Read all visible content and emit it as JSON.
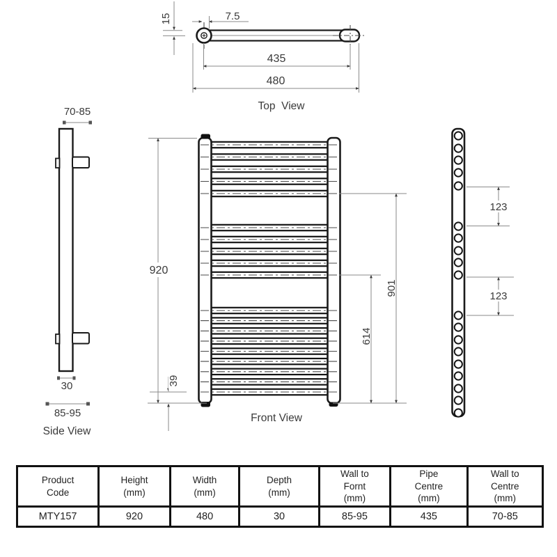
{
  "colors": {
    "object_line": "#1a1a1a",
    "dimension_line": "#8a8a8a",
    "arrow": "#3a3a3a",
    "text": "#3a3a3a",
    "background": "#ffffff"
  },
  "views": {
    "top": {
      "label": "Top  View",
      "bracket_depth": "15",
      "pipe_offset": "7.5",
      "pipe_centres": "435",
      "overall_width": "480"
    },
    "front": {
      "label": "Front View",
      "overall_height": "920",
      "bottom_to_first_bar": "39",
      "dim_lower_section": "614",
      "dim_upper_section": "901"
    },
    "side_left": {
      "label": "Side View",
      "wall_to_centre": "70-85",
      "depth": "30",
      "wall_to_front": "85-95"
    },
    "side_right": {
      "towel_gap_upper": "123",
      "towel_gap_lower": "123"
    }
  },
  "drawing": {
    "front_bar_centers_y": [
      208,
      225.5,
      243,
      260.5,
      278,
      327,
      344,
      361,
      378,
      395,
      446,
      460.6,
      475.3,
      489.9,
      504.5,
      519.1,
      533.8,
      548.4,
      563
    ],
    "side_circle_centers_y": [
      195,
      213,
      230,
      248,
      267,
      325,
      342,
      360,
      377,
      395,
      453,
      470,
      488,
      505,
      523,
      540,
      558,
      575,
      593
    ]
  },
  "table": {
    "columns": [
      {
        "label": "Product\nCode"
      },
      {
        "label": "Height\n(mm)"
      },
      {
        "label": "Width\n(mm)"
      },
      {
        "label": "Depth\n(mm)"
      },
      {
        "label": "Wall to\nFornt\n(mm)"
      },
      {
        "label": "Pipe\nCentre\n(mm)"
      },
      {
        "label": "Wall to\nCentre\n(mm)"
      }
    ],
    "row": [
      "MTY157",
      "920",
      "480",
      "30",
      "85-95",
      "435",
      "70-85"
    ]
  }
}
